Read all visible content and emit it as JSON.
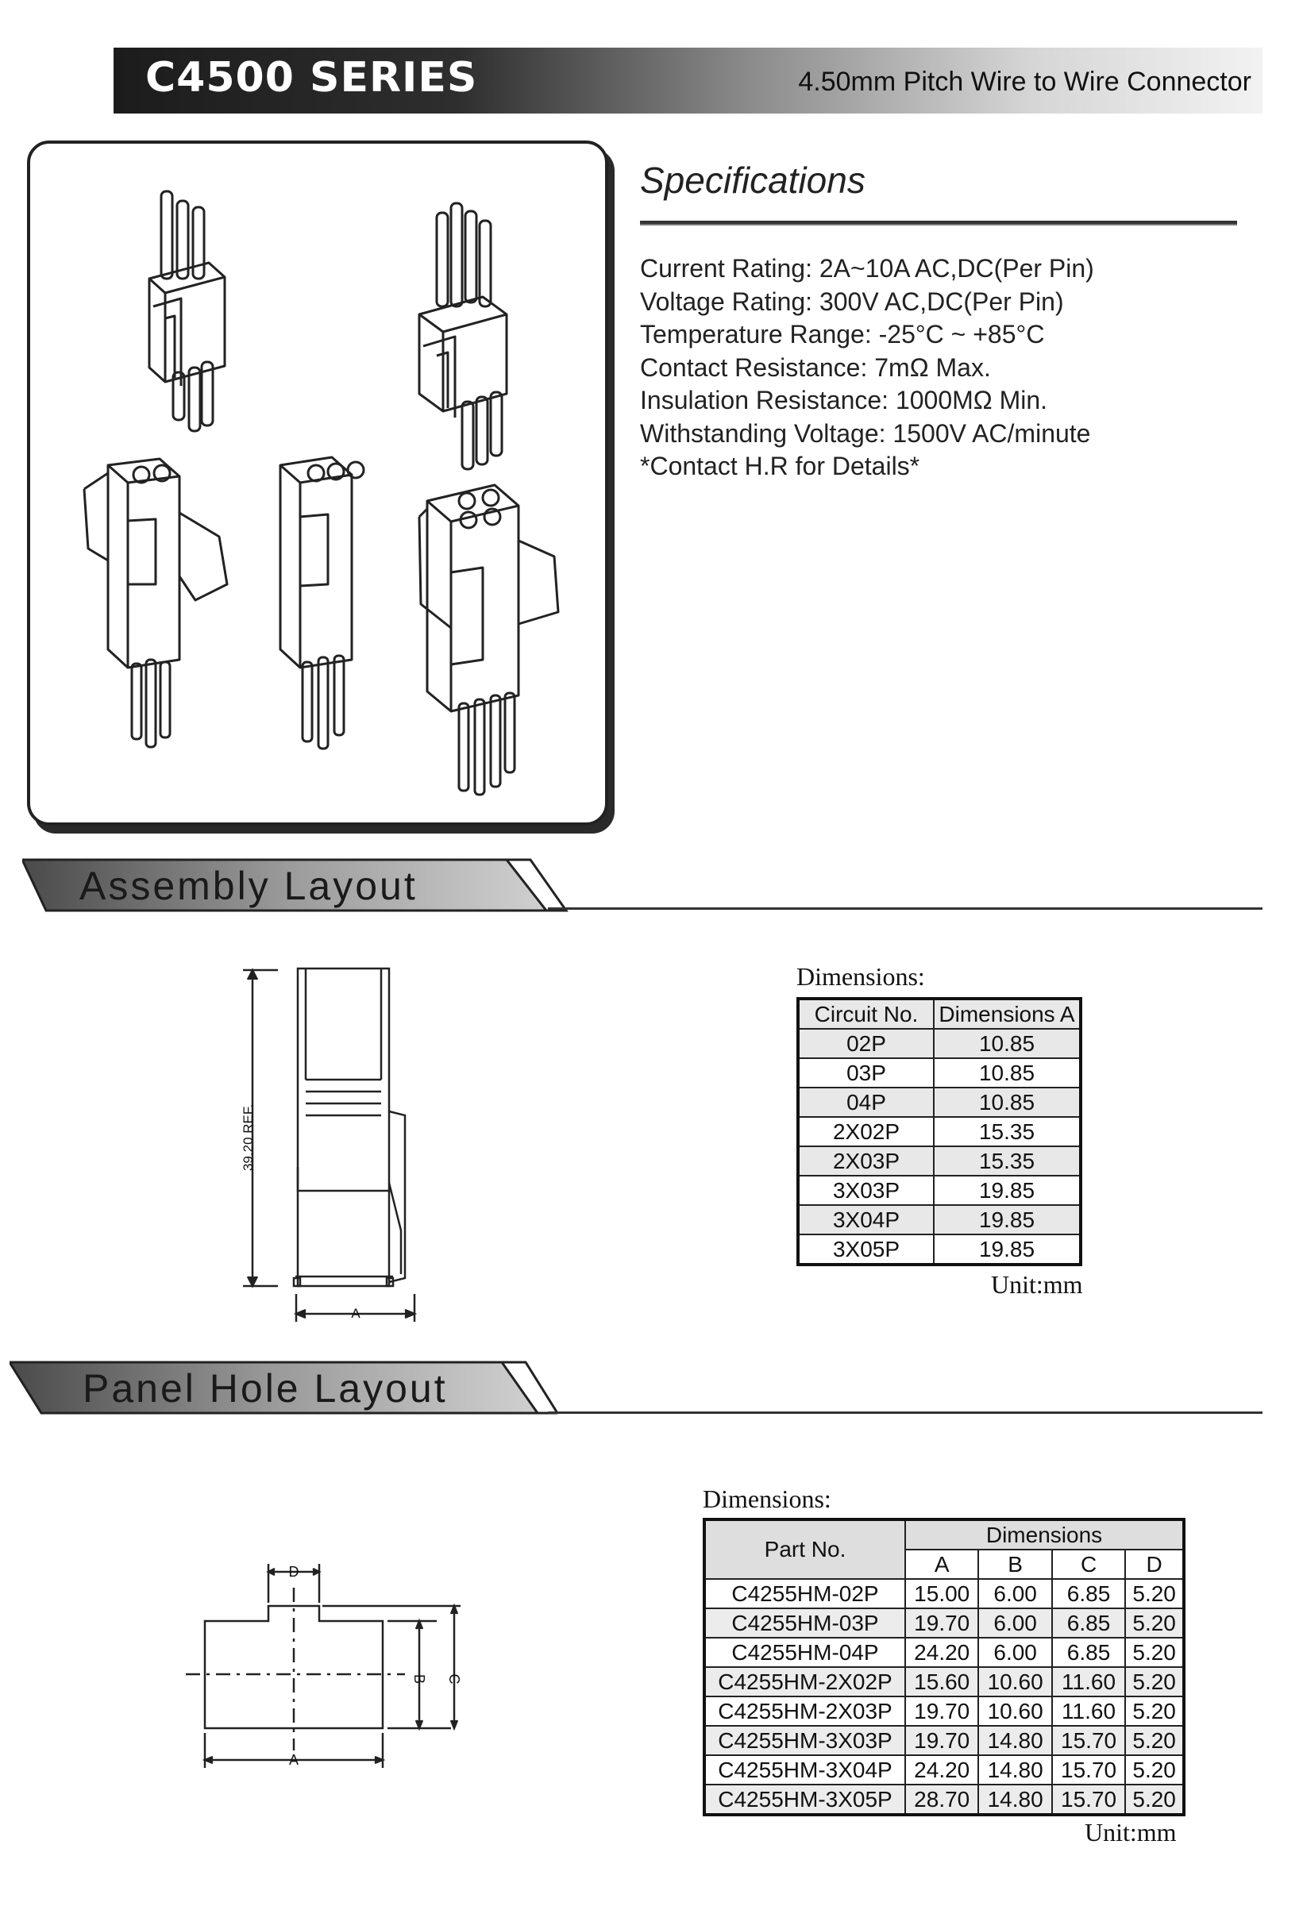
{
  "header": {
    "series": "C4500 SERIES",
    "subtitle": "4.50mm Pitch Wire to Wire Connector"
  },
  "specifications": {
    "heading": "Specifications",
    "items": [
      "Current Rating: 2A~10A AC,DC(Per Pin)",
      "Voltage Rating: 300V AC,DC(Per Pin)",
      "Temperature Range: -25°C ~ +85°C",
      "Contact Resistance: 7mΩ Max.",
      "Insulation Resistance: 1000MΩ Min.",
      "Withstanding Voltage: 1500V AC/minute",
      "*Contact H.R for Details*"
    ]
  },
  "assembly": {
    "heading": "Assembly Layout",
    "drawing": {
      "height_label": "39.20 REF.",
      "width_label": "A"
    },
    "caption": "Dimensions:",
    "columns": [
      "Circuit No.",
      "Dimensions A"
    ],
    "rows": [
      [
        "02P",
        "10.85"
      ],
      [
        "03P",
        "10.85"
      ],
      [
        "04P",
        "10.85"
      ],
      [
        "2X02P",
        "15.35"
      ],
      [
        "2X03P",
        "15.35"
      ],
      [
        "3X03P",
        "19.85"
      ],
      [
        "3X04P",
        "19.85"
      ],
      [
        "3X05P",
        "19.85"
      ]
    ],
    "unit": "Unit:mm"
  },
  "panel": {
    "heading": "Panel Hole Layout",
    "drawing": {
      "label_a": "A",
      "label_b": "B",
      "label_c": "C",
      "label_d": "D"
    },
    "caption": "Dimensions:",
    "part_header": "Part No.",
    "group_header": "Dimensions",
    "sub_headers": [
      "A",
      "B",
      "C",
      "D"
    ],
    "rows": [
      [
        "C4255HM-02P",
        "15.00",
        "6.00",
        "6.85",
        "5.20"
      ],
      [
        "C4255HM-03P",
        "19.70",
        "6.00",
        "6.85",
        "5.20"
      ],
      [
        "C4255HM-04P",
        "24.20",
        "6.00",
        "6.85",
        "5.20"
      ],
      [
        "C4255HM-2X02P",
        "15.60",
        "10.60",
        "11.60",
        "5.20"
      ],
      [
        "C4255HM-2X03P",
        "19.70",
        "10.60",
        "11.60",
        "5.20"
      ],
      [
        "C4255HM-3X03P",
        "19.70",
        "14.80",
        "15.70",
        "5.20"
      ],
      [
        "C4255HM-3X04P",
        "24.20",
        "14.80",
        "15.70",
        "5.20"
      ],
      [
        "C4255HM-3X05P",
        "28.70",
        "14.80",
        "15.70",
        "5.20"
      ]
    ],
    "unit": "Unit:mm"
  }
}
